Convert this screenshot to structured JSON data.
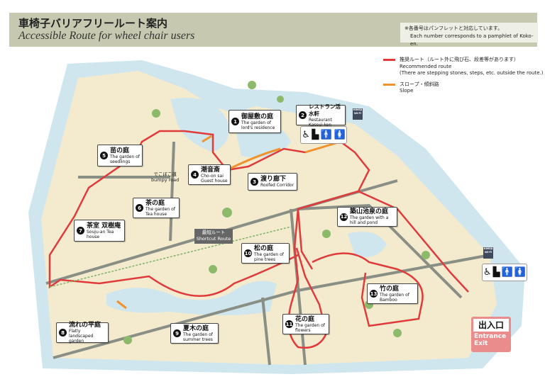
{
  "header": {
    "title_jp": "車椅子バリアフリールート案内",
    "title_en": "Accessible Route for wheel chair users",
    "notice_jp": "※各番号はパンフレットと対応しています。",
    "notice_en": "Each number corresponds to a pamphlet of Koko-en."
  },
  "legend": {
    "recommended": {
      "jp": "推奨ルート（ルート外に飛び石、段差等があります）",
      "en": "Recommended route",
      "note": "(There are stepping stones, steps, etc. outside the route.)",
      "color": "#e03a3a"
    },
    "slope": {
      "jp": "スロープ・傾斜路",
      "en": "Slope",
      "color": "#f0922e"
    }
  },
  "colors": {
    "water": "#cfe6ee",
    "land": "#f4ebcf",
    "path": "#c9d3b9",
    "wall": "#8a8f86",
    "route": "#e03a3a",
    "slope": "#f0922e",
    "entrance": "#ea8c8c"
  },
  "places": [
    {
      "num": "1",
      "jp": "御屋敷の庭",
      "en": "The garden of lord's residence"
    },
    {
      "num": "2",
      "jp": "レストラン活水軒",
      "en": "Restaurant Kassui-ken"
    },
    {
      "num": "3",
      "jp": "渡り廊下",
      "en": "Roofed Corridor"
    },
    {
      "num": "4",
      "jp": "潮音斎",
      "en": "Cho-on sai Guest house"
    },
    {
      "num": "5",
      "jp": "苗の庭",
      "en": "The garden of seedlings"
    },
    {
      "num": "6",
      "jp": "茶の庭",
      "en": "The garden of Tea house"
    },
    {
      "num": "7",
      "jp": "茶室 双樹庵",
      "en": "Souju-an Tea house"
    },
    {
      "num": "8",
      "jp": "流れの平庭",
      "en": "Flatly landscaped garden"
    },
    {
      "num": "9",
      "jp": "夏木の庭",
      "en": "The garden of summer trees"
    },
    {
      "num": "10",
      "jp": "松の庭",
      "en": "The garden of pine trees"
    },
    {
      "num": "11",
      "jp": "花の庭",
      "en": "The garden of flowers"
    },
    {
      "num": "12",
      "jp": "築山池泉の庭",
      "en": "The garden with a hill and pond"
    },
    {
      "num": "13",
      "jp": "竹の庭",
      "en": "The garden of Bamboo"
    }
  ],
  "shortcut": {
    "jp": "最短ルート",
    "en": "Shortcut Route"
  },
  "bumpy": {
    "jp": "でこぼこ道",
    "en": "bumpy road"
  },
  "wifi": {
    "brand": "HIMEJI",
    "sub": "Wi-Fi"
  },
  "facilities": [
    "wheelchair-icon",
    "counter-icon",
    "men-toilet-icon",
    "women-toilet-icon"
  ],
  "entrance": {
    "jp": "出入口",
    "en1": "Entrance",
    "en2": "Exit"
  }
}
